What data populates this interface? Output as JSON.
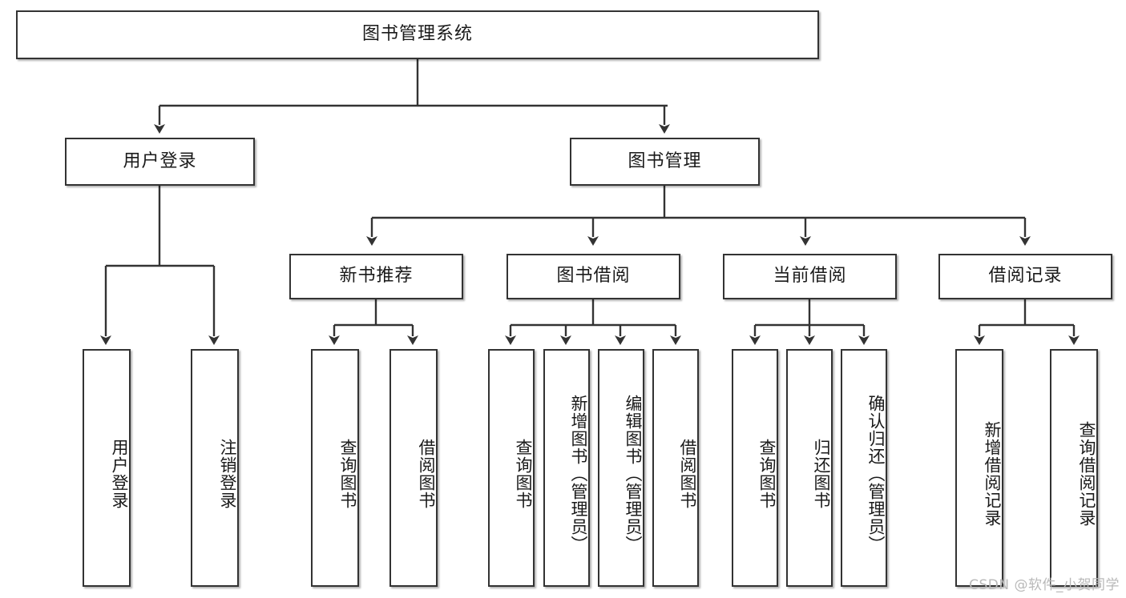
{
  "diagram": {
    "type": "tree-hierarchy",
    "title": "图书管理系统",
    "watermark": "CSDN @软件_小贺同学",
    "colors": {
      "box_border": "#333333",
      "box_fill": "#ffffff",
      "connector": "#333333",
      "text": "#1a1a1a",
      "watermark": "#b9b9b9"
    },
    "levels": {
      "root": {
        "label": "图书管理系统"
      },
      "level2": [
        {
          "label": "用户登录"
        },
        {
          "label": "图书管理"
        }
      ],
      "level3": [
        {
          "label": "新书推荐"
        },
        {
          "label": "图书借阅"
        },
        {
          "label": "当前借阅"
        },
        {
          "label": "借阅记录"
        }
      ]
    },
    "nodes": {
      "root": "图书管理系统",
      "user_login": "用户登录",
      "book_manage": "图书管理",
      "new_book_rec": "新书推荐",
      "book_borrow": "图书借阅",
      "current_borrow": "当前借阅",
      "borrow_record": "借阅记录",
      "leaf_user_login": "用户登录",
      "leaf_logout": "注销登录",
      "leaf_query_book_1": "查询图书",
      "leaf_borrow_book_1": "借阅图书",
      "leaf_query_book_2": "查询图书",
      "leaf_add_book_admin": "新增图书（管理员）",
      "leaf_edit_book_admin": "编辑图书（管理员）",
      "leaf_borrow_book_2": "借阅图书",
      "leaf_query_book_3": "查询图书",
      "leaf_return_book": "归还图书",
      "leaf_confirm_return_admin": "确认归还（管理员）",
      "leaf_add_record": "新增借阅记录",
      "leaf_query_record": "查询借阅记录"
    }
  }
}
